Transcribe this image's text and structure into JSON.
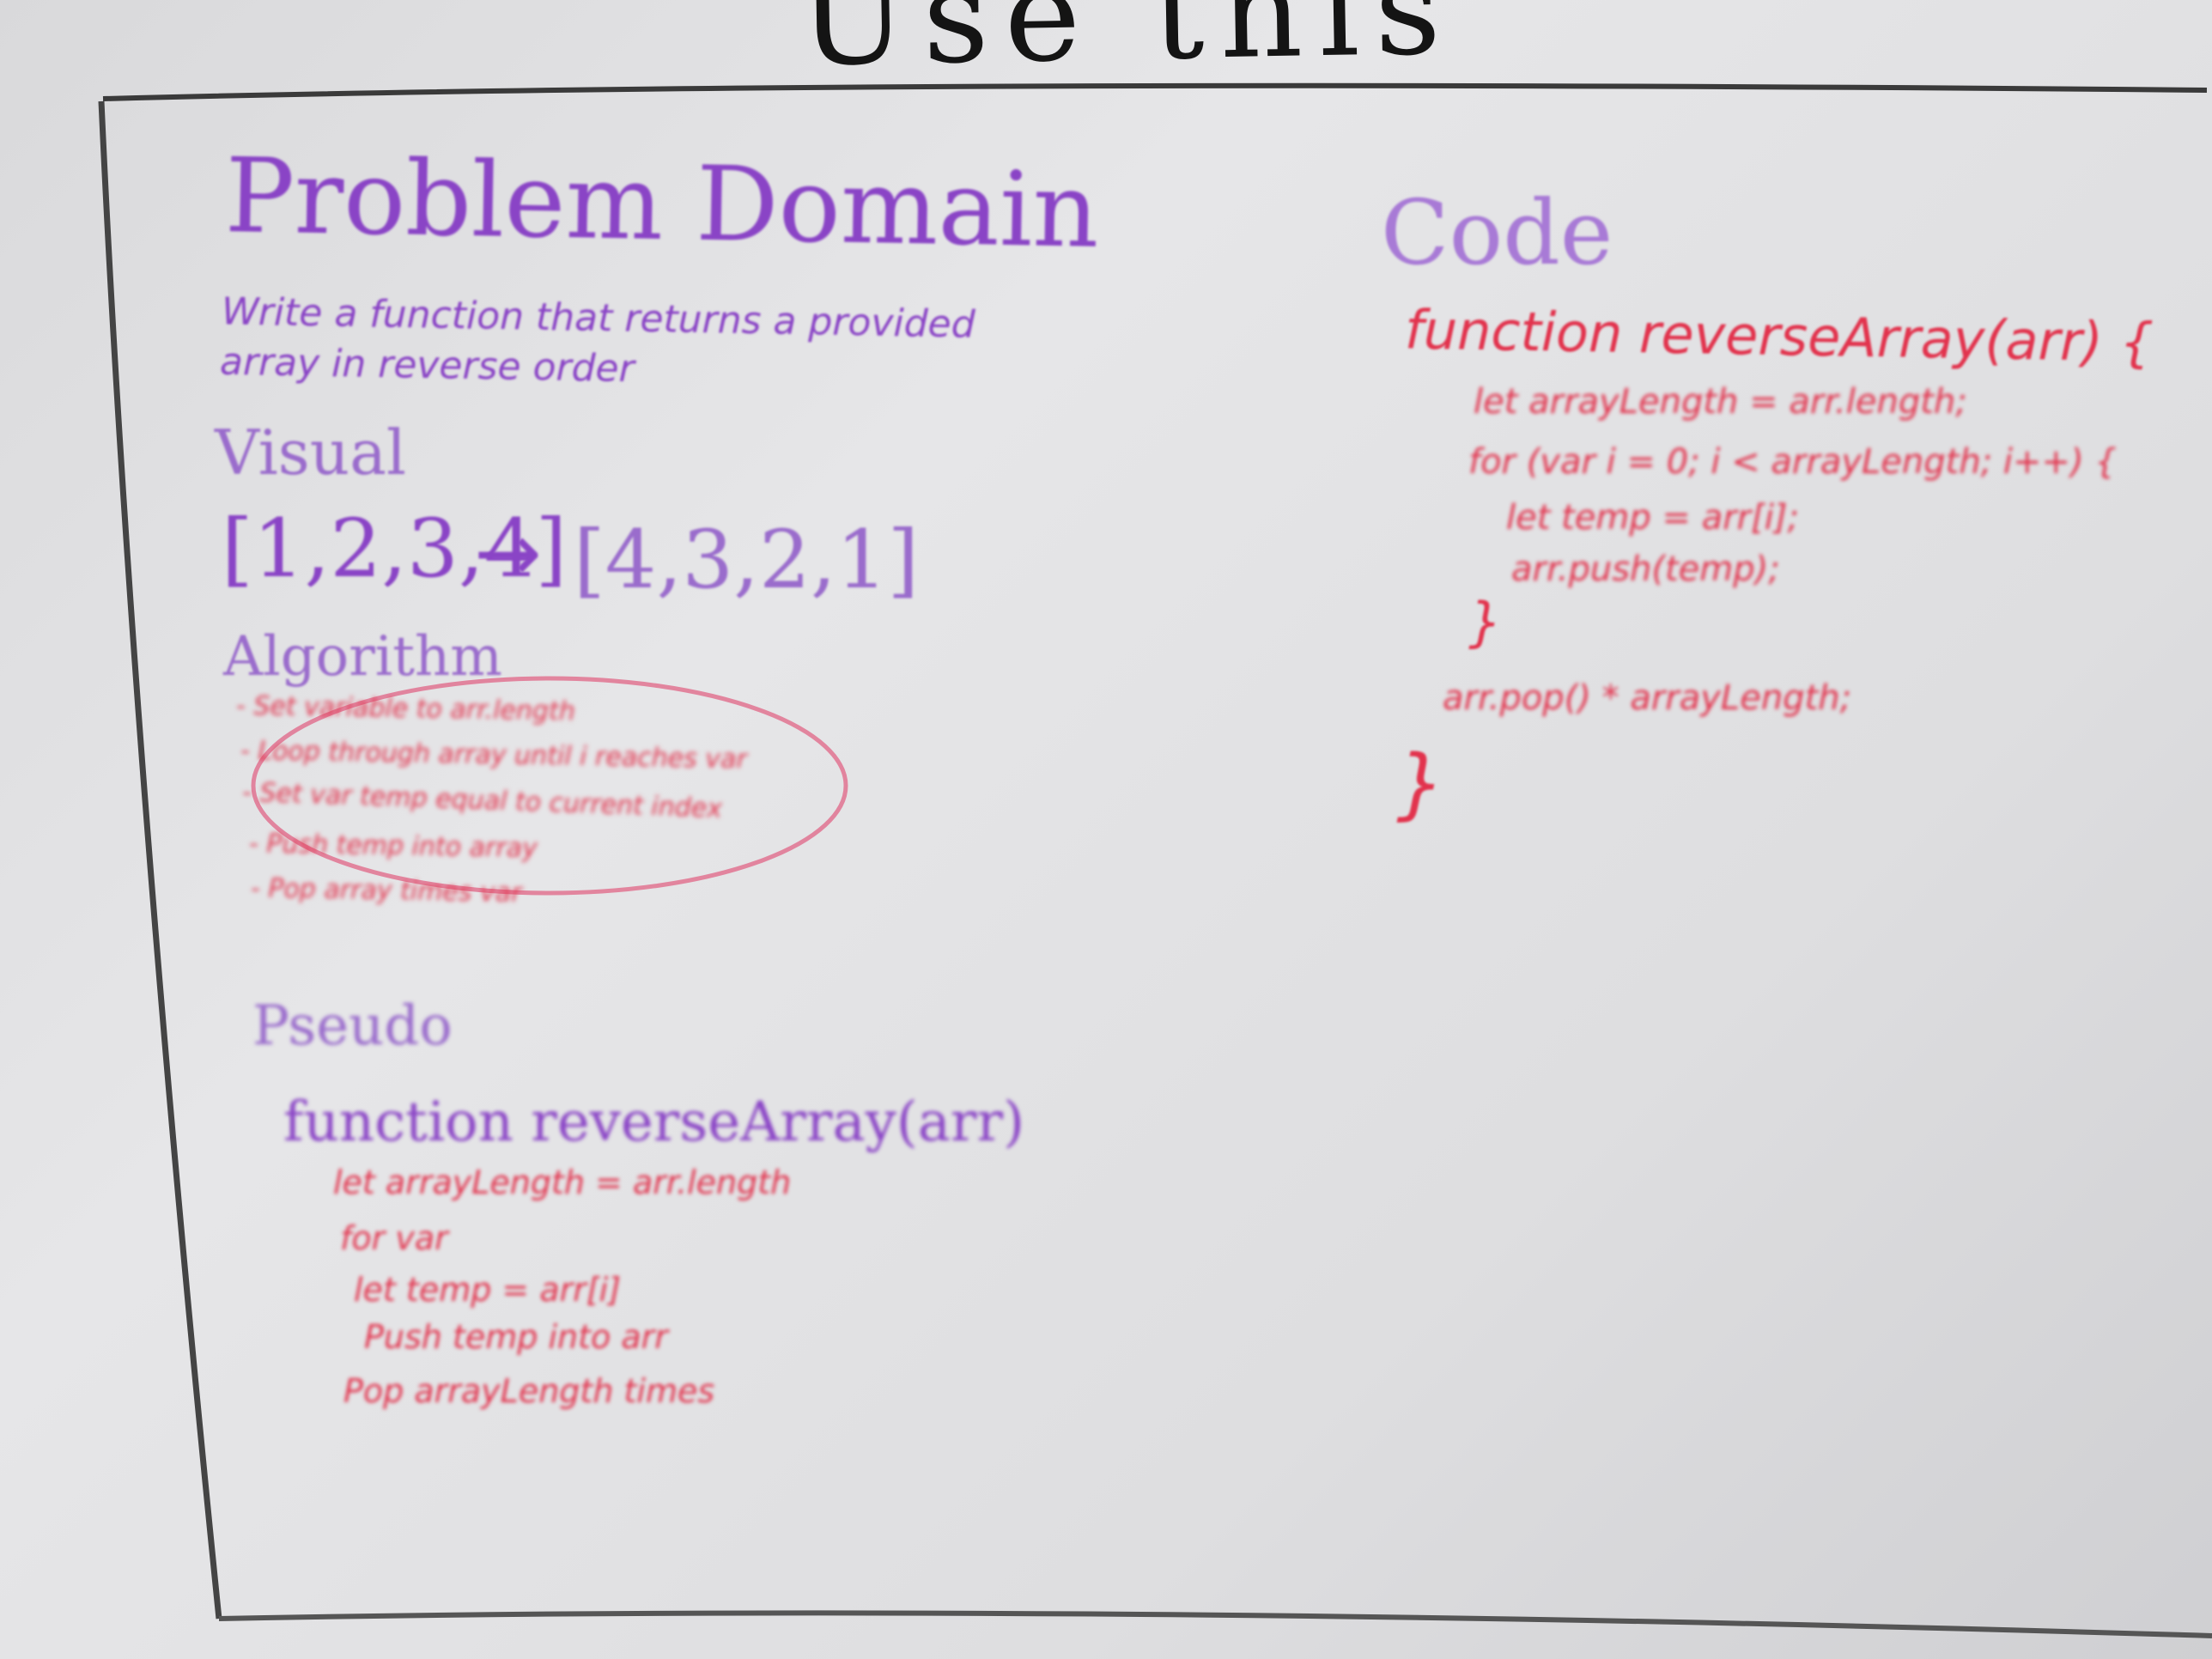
{
  "wall_text": "Use this",
  "board": {
    "problem_domain": {
      "title": "Problem Domain",
      "description_line1": "Write a function that returns a provided",
      "description_line2": "array in reverse order"
    },
    "visual": {
      "title": "Visual",
      "input": "[1,2,3,4]",
      "arrow": "→",
      "output": "[4,3,2,1]"
    },
    "algorithm": {
      "title": "Algorithm",
      "steps": [
        "- Set variable to arr.length",
        "- Loop through array until i reaches var",
        "- Set var temp equal to current index",
        "- Push temp into array",
        "- Pop array times var"
      ]
    },
    "pseudo": {
      "title": "Pseudo",
      "signature": "function reverseArray(arr)",
      "lines": [
        "let arrayLength = arr.length",
        "for var",
        "let temp = arr[i]",
        "Push temp into arr",
        "Pop arrayLength times"
      ]
    },
    "code": {
      "title": "Code",
      "lines": [
        "function reverseArray(arr) {",
        "let arrayLength = arr.length;",
        "for (var i = 0; i < arrayLength; i++) {",
        "let temp = arr[i];",
        "arr.push(temp);",
        "}",
        "arr.pop() * arrayLength;",
        "}"
      ]
    },
    "colors": {
      "frame": "#3a3a3a",
      "purple_marker": "#8a44c6",
      "light_purple_marker": "#a87ad6",
      "red_marker": "#e2334d",
      "pink_marker": "#e06486"
    }
  }
}
